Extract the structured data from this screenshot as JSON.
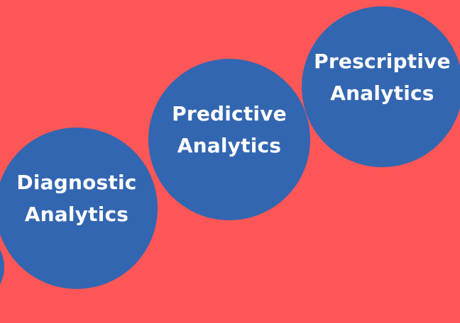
{
  "diagram": {
    "background_color": "#FF5757",
    "circle_color": "#3366B0",
    "text_color": "#FFFFFF",
    "stages": [
      {
        "line1": "",
        "line2": ""
      },
      {
        "line1": "Diagnostic",
        "line2": "Analytics"
      },
      {
        "line1": "Predictive",
        "line2": "Analytics"
      },
      {
        "line1": "Prescriptive",
        "line2": "Analytics"
      }
    ]
  }
}
